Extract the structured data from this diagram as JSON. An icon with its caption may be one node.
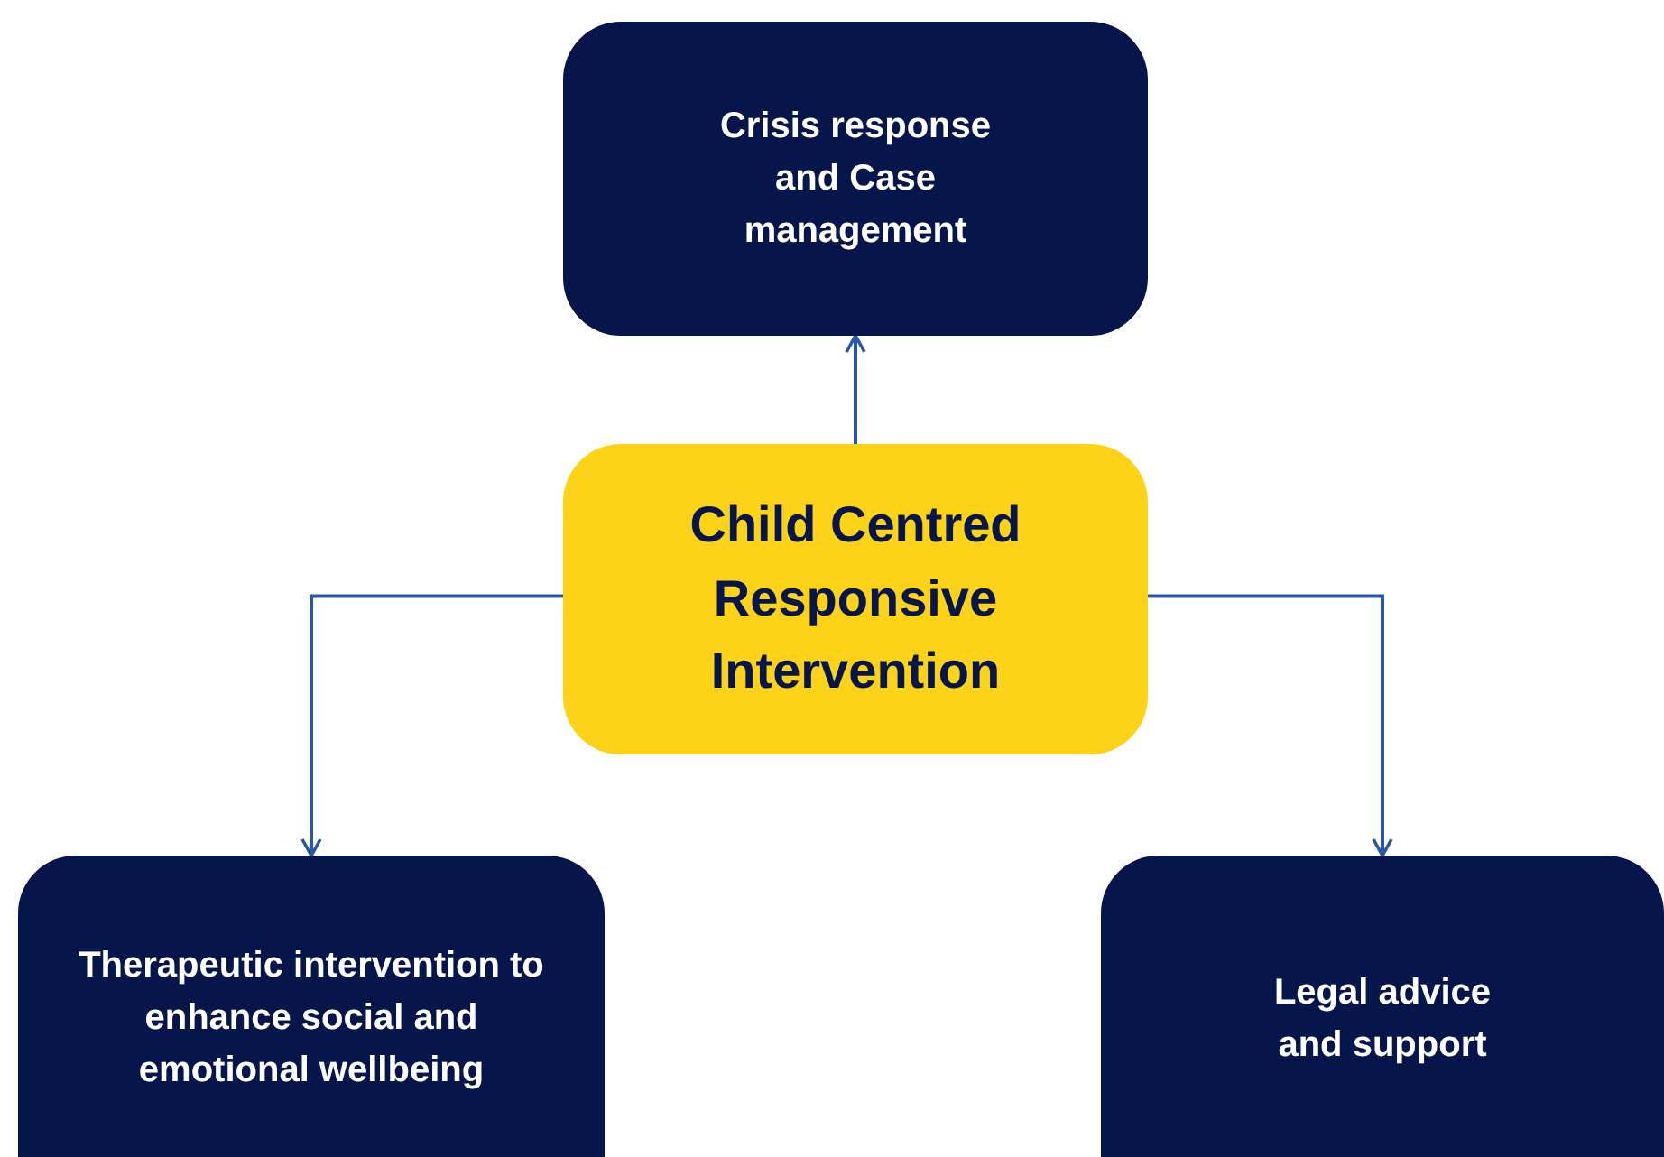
{
  "diagram": {
    "nodes": [
      {
        "text": [
          "Crisis response and Case management"
        ]
      },
      {
        "text": [
          "Child Centred Responsive Intervention"
        ]
      },
      {
        "text": [
          "Therapeutic intervention to enhance social and emotional wellbeing"
        ]
      },
      {
        "text": [
          "Legal advice and support"
        ]
      }
    ],
    "edges": [
      {
        "from": 1,
        "to": 0,
        "arrow": "to"
      },
      {
        "from": 1,
        "to": 2,
        "arrow": "to"
      },
      {
        "from": 1,
        "to": 3,
        "arrow": "to"
      }
    ]
  }
}
